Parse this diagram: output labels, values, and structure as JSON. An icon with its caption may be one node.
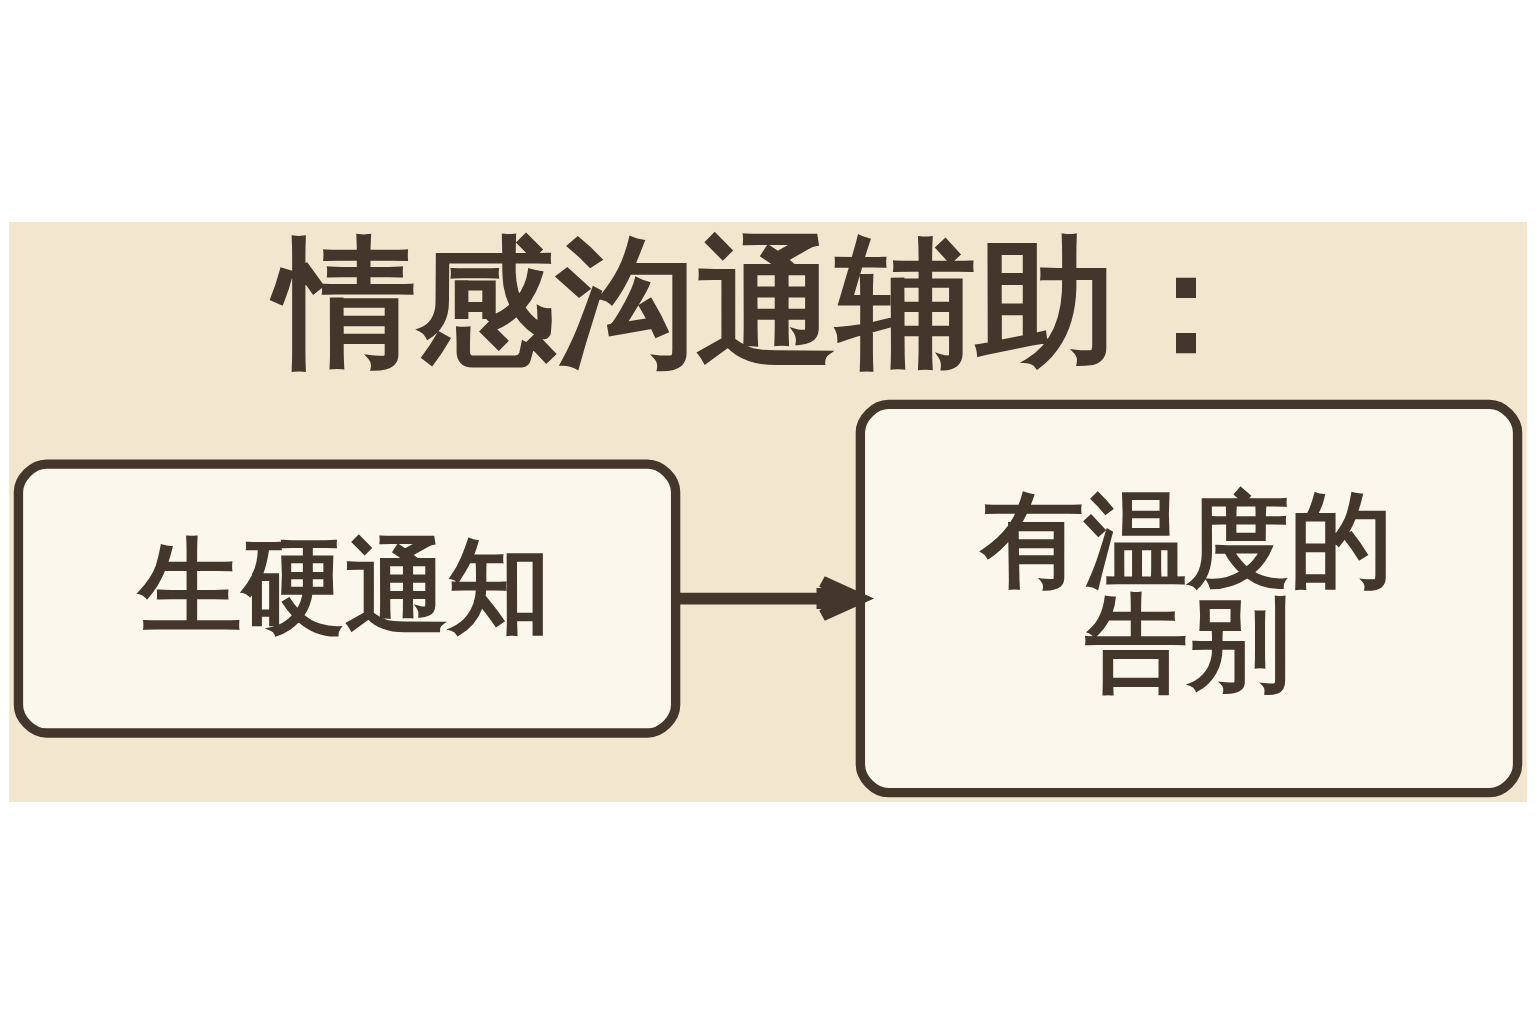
{
  "diagram": {
    "title": "情感沟通辅助：",
    "nodes": [
      {
        "text": [
          "生硬通知"
        ]
      },
      {
        "text": [
          "有温度的告别"
        ]
      }
    ],
    "edges": [
      {
        "from": 0,
        "to": 1,
        "arrow": "to"
      }
    ]
  }
}
